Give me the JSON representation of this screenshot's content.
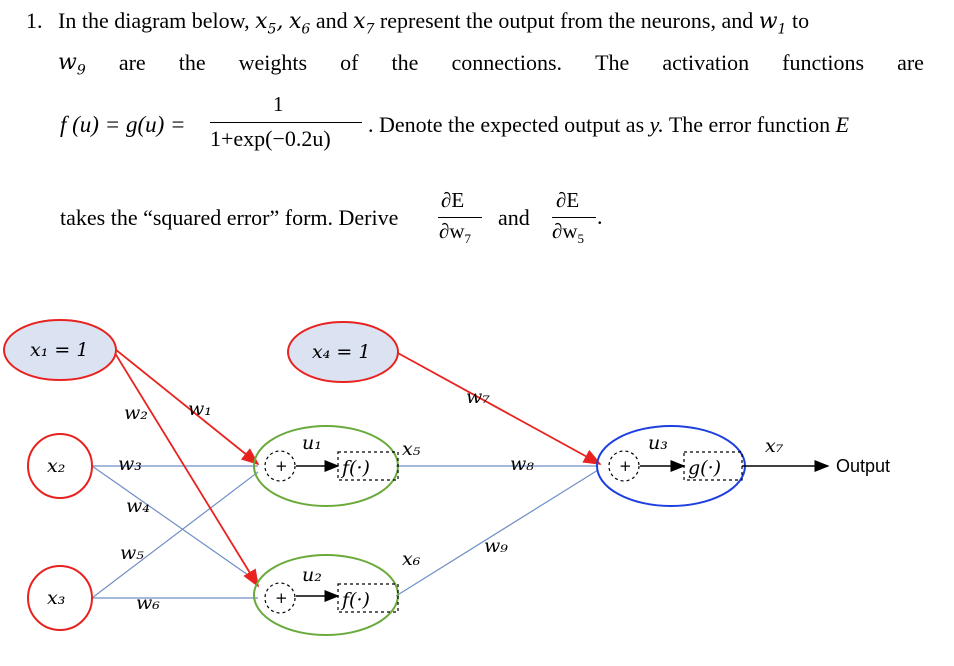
{
  "problem": {
    "number": "1.",
    "line1_a": "In the diagram below,",
    "x5": "x",
    "x5_sub": "5",
    "x6": "x",
    "x6_sub": "6",
    "and": "and",
    "x7": "x",
    "x7_sub": "7",
    "line1_b": "represent the output from the neurons, and",
    "w1": "w",
    "w1_sub": "1",
    "to": "to",
    "w9": "w",
    "w9_sub": "9",
    "line2": [
      "are",
      "the",
      "weights",
      "of",
      "the",
      "connections.",
      "The",
      "activation",
      "functions",
      "are"
    ],
    "formula_lhs": "f (u) = g(u) =",
    "formula_num": "1",
    "formula_den": "1+exp(−0.2u)",
    "line3_rest": ". Denote the expected output as",
    "y": "y.",
    "line3_tail": "The error function",
    "E": "E",
    "line4_a": "takes the “squared error” form. Derive",
    "d1_num": "∂E",
    "d1_den": "∂w",
    "d1_sub": "7",
    "and2": "and",
    "d2_num": "∂E",
    "d2_den": "∂w",
    "d2_sub": "5",
    "period": "."
  },
  "diagram": {
    "input_x1": "x₁ = 1",
    "input_x4": "x₄ = 1",
    "input_x2": "x₂",
    "input_x3": "x₃",
    "weights": {
      "w1": "w₁",
      "w2": "w₂",
      "w3": "w₃",
      "w4": "w₄",
      "w5": "w₅",
      "w6": "w₆",
      "w7": "w₇",
      "w8": "w₈",
      "w9": "w₉"
    },
    "sum_symbol": "+",
    "u1": "u₁",
    "u2": "u₂",
    "u3": "u₃",
    "f1": "f(·)",
    "f2": "f(·)",
    "g": "g(·)",
    "x5": "x₅",
    "x6": "x₆",
    "x7": "x₇",
    "output": "Output",
    "colors": {
      "red": "#e8231f",
      "blue_line": "#6f8fc6",
      "node_fill": "#dbe3f2",
      "green": "#6aaa3a",
      "blue_node": "#1e3fe0"
    }
  }
}
